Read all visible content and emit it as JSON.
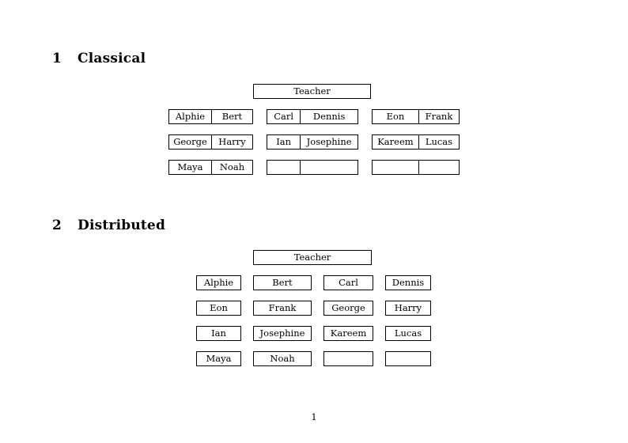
{
  "document": {
    "page_number": "1"
  },
  "sections": [
    {
      "number": "1",
      "title": "Classical",
      "teacher_label": "Teacher",
      "layout": "paired",
      "groups": [
        {
          "rows": [
            {
              "cells": [
                "Alphie",
                "Bert"
              ]
            },
            {
              "cells": [
                "George",
                "Harry"
              ]
            },
            {
              "cells": [
                "Maya",
                "Noah"
              ]
            }
          ]
        },
        {
          "rows": [
            {
              "cells": [
                "Carl",
                "Dennis"
              ]
            },
            {
              "cells": [
                "Ian",
                "Josephine"
              ]
            },
            {
              "cells": [
                "",
                ""
              ]
            }
          ]
        },
        {
          "rows": [
            {
              "cells": [
                "Eon",
                "Frank"
              ]
            },
            {
              "cells": [
                "Kareem",
                "Lucas"
              ]
            },
            {
              "cells": [
                "",
                ""
              ]
            }
          ]
        }
      ]
    },
    {
      "number": "2",
      "title": "Distributed",
      "teacher_label": "Teacher",
      "layout": "grid",
      "rows": [
        {
          "cells": [
            "Alphie",
            "Bert",
            "Carl",
            "Dennis"
          ]
        },
        {
          "cells": [
            "Eon",
            "Frank",
            "George",
            "Harry"
          ]
        },
        {
          "cells": [
            "Ian",
            "Josephine",
            "Kareem",
            "Lucas"
          ]
        },
        {
          "cells": [
            "Maya",
            "Noah",
            "",
            ""
          ]
        }
      ]
    }
  ]
}
